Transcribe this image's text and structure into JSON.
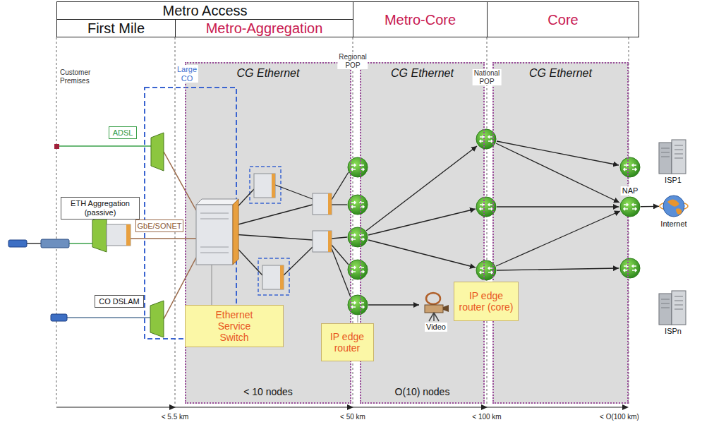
{
  "diagram": {
    "nodes": [
      {
        "text": [
          "Metro Access"
        ]
      },
      {
        "text": [
          "First Mile"
        ]
      },
      {
        "text": [
          "Metro-Aggregation"
        ]
      },
      {
        "text": [
          "Metro-Core"
        ]
      },
      {
        "text": [
          "Core"
        ]
      },
      {
        "text": [
          "CG Ethernet",
          "< 10 nodes"
        ]
      },
      {
        "text": [
          "CG Ethernet",
          "O(10) nodes"
        ]
      },
      {
        "text": [
          "CG Ethernet"
        ]
      },
      {
        "text": [
          "Ethernet Service Switch"
        ],
        "in": 5
      },
      {
        "text": [
          "ADSL"
        ]
      },
      {
        "text": [
          "ETH Aggregation (passive)"
        ]
      },
      {
        "text": [
          "GbE/SONET"
        ]
      },
      {
        "text": [
          "CO DSLAM"
        ]
      },
      {
        "text": [
          "IP edge router"
        ]
      },
      {
        "text": [
          "IP edge router (core)"
        ]
      },
      {
        "text": [
          "Video"
        ],
        "in": 6
      },
      {
        "text": [
          "NAP"
        ]
      },
      {
        "text": [
          "ISP1"
        ]
      },
      {
        "text": [
          "Internet"
        ]
      },
      {
        "text": [
          "ISPn"
        ]
      }
    ],
    "edges": [
      {
        "from": 16,
        "to": 18,
        "arrow": "to"
      }
    ],
    "labels": [
      "Customer Premises",
      "Large CO",
      "Regional POP",
      "National POP",
      "< 5.5 km",
      "< 50 km",
      "< 100 km",
      "< O(100 km)"
    ]
  }
}
